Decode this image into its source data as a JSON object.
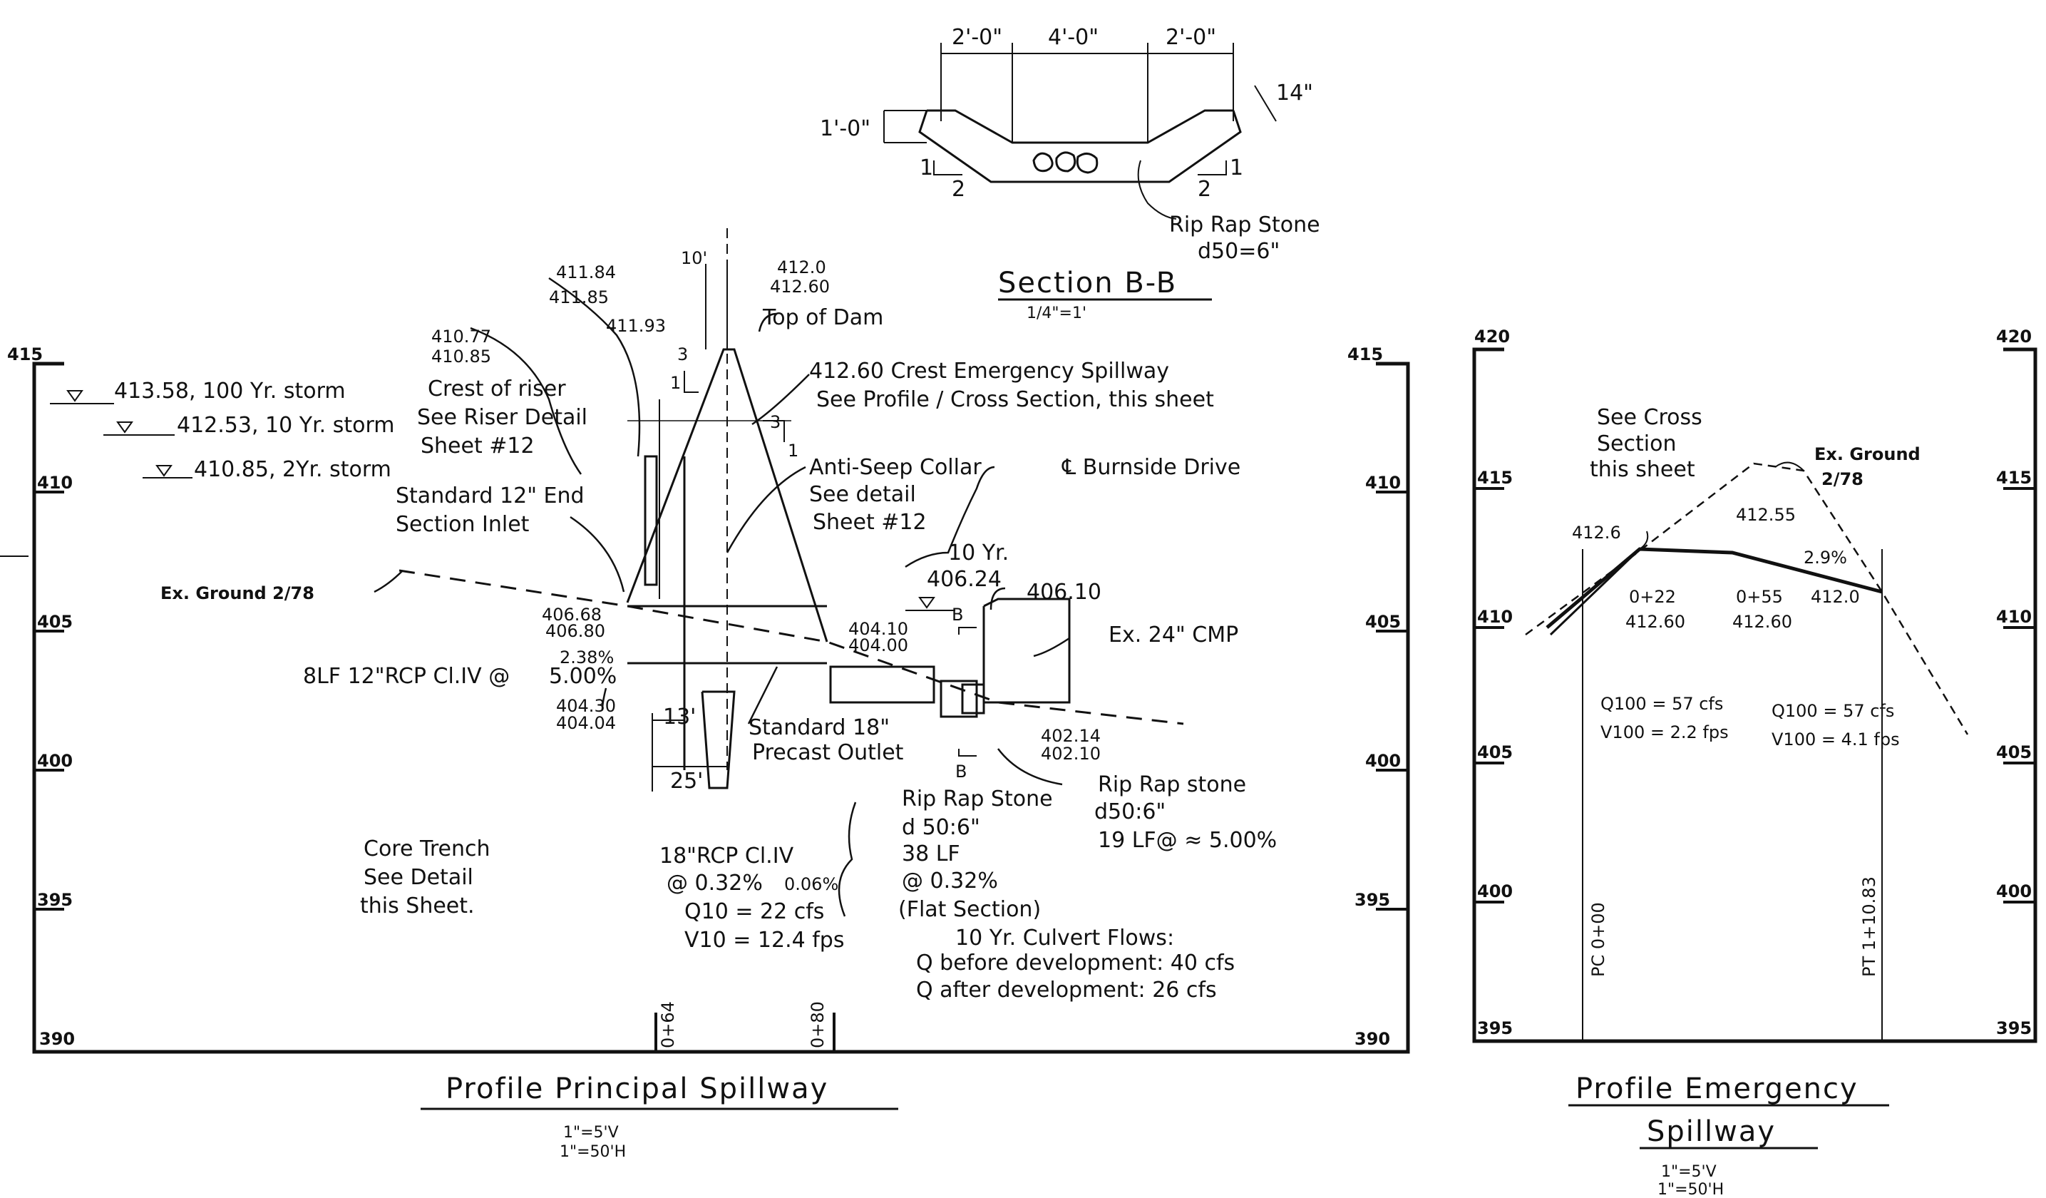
{
  "section_bb": {
    "title": "Section B-B",
    "scale": "1/4\"=1'",
    "dims": [
      "2'-0\"",
      "4'-0\"",
      "2'-0\""
    ],
    "depth": "1'-0\"",
    "thickness": "14\"",
    "slope_v": "1",
    "slope_h": "2",
    "riprap_line1": "Rip Rap Stone",
    "riprap_line2": "d50=6\""
  },
  "principal": {
    "title": "Profile Principal Spillway",
    "scale_v": "1\"=5'V",
    "scale_h": "1\"=50'H",
    "axis_ticks": [
      "415",
      "410",
      "405",
      "400",
      "395",
      "390"
    ],
    "stations": [
      "0+64",
      "0+80"
    ],
    "storm_100": "413.58, 100 Yr. storm",
    "storm_10": "412.53, 10 Yr. storm",
    "storm_2": "410.85, 2Yr. storm",
    "top_elev_a": "411.84",
    "top_elev_b": "411.85",
    "top_elev_c": "411.93",
    "riser_elev_a": "410.77",
    "riser_elev_b": "410.85",
    "crest_of_riser": "Crest of riser",
    "see_riser": "See Riser Detail",
    "sheet12a": "Sheet #12",
    "dam_width": "10'",
    "dam_elev_a": "412.0",
    "dam_elev_b": "412.60",
    "top_of_dam": "Top of Dam",
    "slope_3a": "3",
    "slope_1a": "1",
    "slope_3b": "3",
    "slope_1b": "1",
    "crest_emergency": "412.60 Crest Emergency Spillway",
    "see_profile": "See Profile / Cross Section, this sheet",
    "std_end_1": "Standard 12\" End",
    "std_end_2": "Section Inlet",
    "anti_seep_1": "Anti-Seep Collar",
    "anti_seep_2": "See detail",
    "anti_seep_3": "Sheet #12",
    "burnside": "℄ Burnside Drive",
    "ten_yr": "10 Yr.",
    "ten_yr_elev": "406.24",
    "elev_40610": "406.10",
    "ex_ground": "Ex. Ground 2/78",
    "inv_a": "406.68",
    "inv_b": "406.80",
    "slope_a": "2.38%",
    "slope_b": "5.00%",
    "pipe12": "8LF 12\"RCP Cl.IV @",
    "inv_c": "404.30",
    "inv_d": "404.04",
    "out_a": "404.10",
    "out_b": "404.00",
    "cmp": "Ex. 24\" CMP",
    "b_label_1": "B",
    "b_label_2": "B",
    "dim13": "13'",
    "dim25": "25'",
    "std18_1": "Standard 18\"",
    "std18_2": "Precast Outlet",
    "end_a": "402.14",
    "end_b": "402.10",
    "core_1": "Core Trench",
    "core_2": "See Detail",
    "core_3": "this Sheet.",
    "rcp18": "18\"RCP Cl.IV",
    "rcp18_slope_a": "@ 0.32%",
    "rcp18_slope_b": "0.06%",
    "q10": "Q10 = 22 cfs",
    "v10": "V10 = 12.4 fps",
    "rr1_1": "Rip Rap Stone",
    "rr1_2": "d 50:6\"",
    "rr1_3": "38 LF",
    "rr1_4": "@ 0.32%",
    "rr1_5": "(Flat Section)",
    "rr2_1": "Rip Rap stone",
    "rr2_2": "d50:6\"",
    "rr2_3": "19 LF@ ≈ 5.00%",
    "culvert_1": "10 Yr. Culvert Flows:",
    "culvert_2": "Q before development: 40 cfs",
    "culvert_3": "Q after development: 26 cfs"
  },
  "emergency": {
    "title_1": "Profile Emergency",
    "title_2": "Spillway",
    "scale_v": "1\"=5'V",
    "scale_h": "1\"=50'H",
    "axis_ticks": [
      "420",
      "415",
      "410",
      "405",
      "400",
      "395"
    ],
    "see_1": "See Cross",
    "see_2": "Section",
    "see_3": "this sheet",
    "ex_ground_1": "Ex. Ground",
    "ex_ground_2": "2/78",
    "e4126": "412.6",
    "e41255": "412.55",
    "slope": "2.9%",
    "e4120": "412.0",
    "st1": "0+22",
    "st1e": "412.60",
    "st2": "0+55",
    "st2e": "412.60",
    "q1": "Q100 = 57 cfs",
    "v1": "V100 = 2.2 fps",
    "q2": "Q100 = 57 cfs",
    "v2": "V100 = 4.1 fps",
    "pc": "PC 0+00",
    "pt": "PT 1+10.83"
  }
}
